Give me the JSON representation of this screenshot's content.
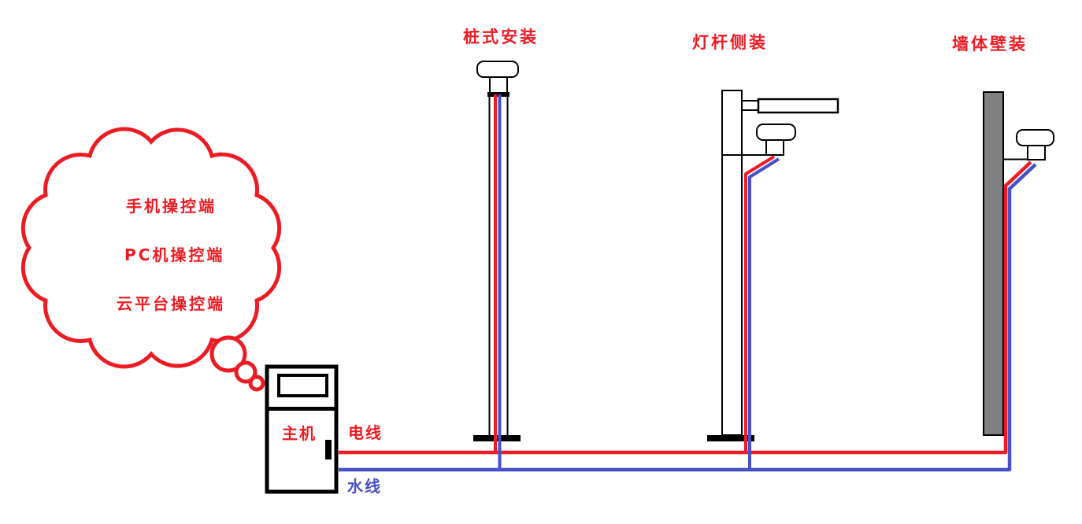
{
  "colors": {
    "red": "#ec1c24",
    "blue": "#4750c8",
    "wall-gray": "#808080"
  },
  "cloud": {
    "items": [
      {
        "label": "手机操控端"
      },
      {
        "label": "PC机操控端"
      },
      {
        "label": "云平台操控端"
      }
    ]
  },
  "host": {
    "label": "主机"
  },
  "wires": {
    "power_label": "电线",
    "water_label": "水线"
  },
  "mounts": [
    {
      "title": "桩式安装"
    },
    {
      "title": "灯杆侧装"
    },
    {
      "title": "墙体壁装"
    }
  ]
}
